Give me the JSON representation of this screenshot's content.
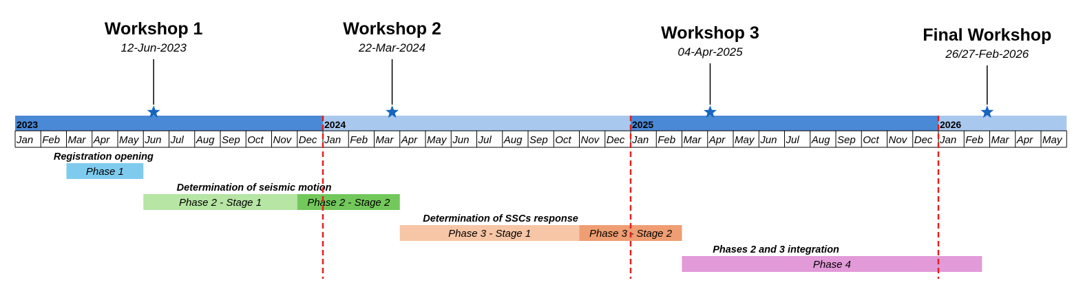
{
  "colors": {
    "year_dark": "#4a89d6",
    "year_light": "#a9c8ee",
    "star": "#1565c0",
    "marker_line": "#000000",
    "divider": "#e02020",
    "phase1": "#7fcbee",
    "phase2_stage1": "#b6e5a4",
    "phase2_stage2": "#72c85a",
    "phase3_stage1": "#f6c6a6",
    "phase3_stage2": "#ee9e72",
    "phase4": "#e29ad8"
  },
  "years": [
    {
      "label": "2023",
      "tone": "dark"
    },
    {
      "label": "2024",
      "tone": "light"
    },
    {
      "label": "2025",
      "tone": "dark"
    },
    {
      "label": "2026",
      "tone": "light"
    }
  ],
  "months": [
    "Jan",
    "Feb",
    "Mar",
    "Apr",
    "May",
    "Jun",
    "Jul",
    "Aug",
    "Sep",
    "Oct",
    "Nov",
    "Dec",
    "Jan",
    "Feb",
    "Mar",
    "Apr",
    "May",
    "Jun",
    "Jul",
    "Aug",
    "Sep",
    "Oct",
    "Nov",
    "Dec",
    "Jan",
    "Feb",
    "Mar",
    "Apr",
    "May",
    "Jun",
    "Jul",
    "Aug",
    "Sep",
    "Oct",
    "Nov",
    "Dec",
    "Jan",
    "Feb",
    "Mar",
    "Apr",
    "May"
  ],
  "workshops": [
    {
      "title": "Workshop 1",
      "date": "12-Jun-2023",
      "month_index": 5.4
    },
    {
      "title": "Workshop 2",
      "date": "22-Mar-2024",
      "month_index": 14.7
    },
    {
      "title": "Workshop 3",
      "date": "04-Apr-2025",
      "month_index": 27.1
    },
    {
      "title": "Final Workshop",
      "date": "26/27-Feb-2026",
      "month_index": 37.9
    }
  ],
  "groups": [
    {
      "title": "Registration opening",
      "start": 1.5
    },
    {
      "title": "Determination of seismic motion",
      "start": 6.3
    },
    {
      "title": "Determination of SSCs response",
      "start": 15.9
    },
    {
      "title": "Phases 2 and 3 integration",
      "start": 27.2
    }
  ],
  "phases": [
    {
      "label": "Phase 1",
      "start": 2,
      "end": 5,
      "color_key": "phase1",
      "group": 0
    },
    {
      "label": "Phase 2 - Stage 1",
      "start": 5,
      "end": 11,
      "color_key": "phase2_stage1",
      "group": 1
    },
    {
      "label": "Phase 2 - Stage 2",
      "start": 11,
      "end": 15,
      "color_key": "phase2_stage2",
      "group": 1
    },
    {
      "label": "Phase 3 - Stage 1",
      "start": 15,
      "end": 22,
      "color_key": "phase3_stage1",
      "group": 2
    },
    {
      "label": "Phase 3 - Stage 2",
      "start": 22,
      "end": 26,
      "color_key": "phase3_stage2",
      "group": 2
    },
    {
      "label": "Phase 4",
      "start": 26,
      "end": 37.7,
      "color_key": "phase4",
      "group": 3
    }
  ]
}
